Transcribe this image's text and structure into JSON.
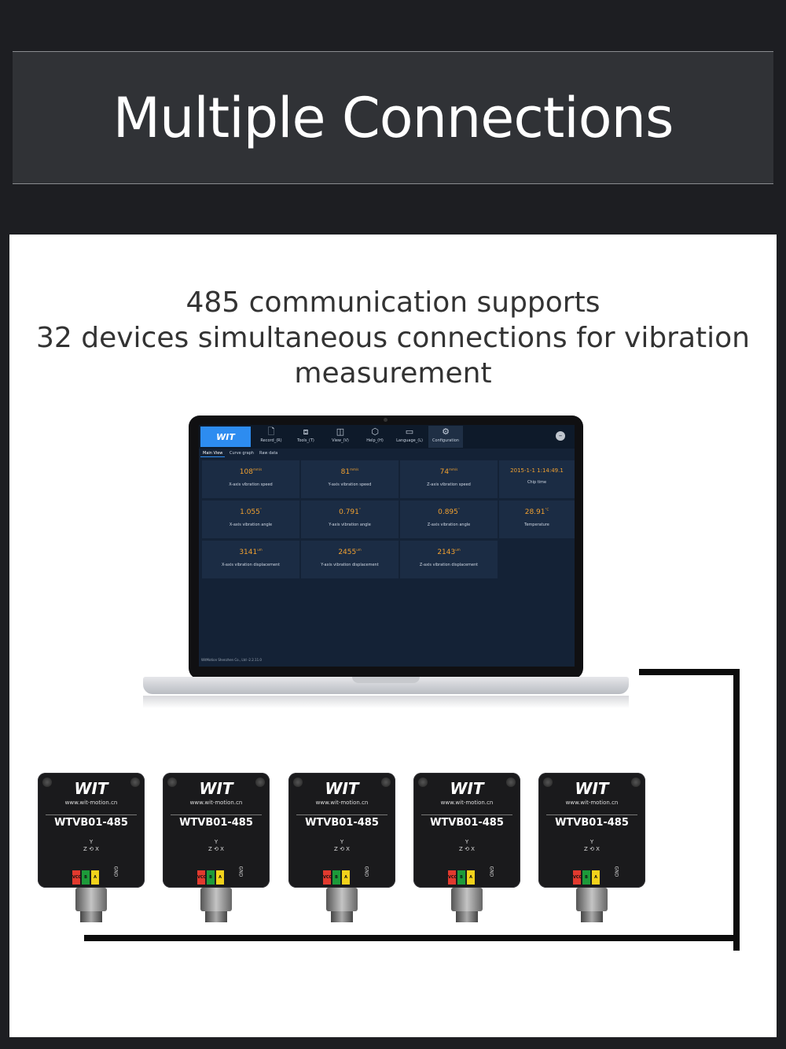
{
  "header": {
    "title": "Multiple Connections"
  },
  "subtitle": {
    "line1": "485 communication supports",
    "line2": "32 devices simultaneous connections for vibration",
    "line3": "measurement"
  },
  "software": {
    "logo": "WIT",
    "toolbar": [
      {
        "label": "Record_(R)",
        "icon": "file-icon"
      },
      {
        "label": "Tools_(T)",
        "icon": "toolbox-icon"
      },
      {
        "label": "View_(V)",
        "icon": "chart-icon"
      },
      {
        "label": "Help_(H)",
        "icon": "cube-icon"
      },
      {
        "label": "Language_(L)",
        "icon": "chat-icon"
      },
      {
        "label": "Configuration",
        "icon": "gear-icon"
      }
    ],
    "tabs": [
      "Main View",
      "Curve graph",
      "Raw data"
    ],
    "cards": [
      {
        "value": "108",
        "unit": "mm/s",
        "label": "X-axis vibration speed"
      },
      {
        "value": "81",
        "unit": "mm/s",
        "label": "Y-axis vibration speed"
      },
      {
        "value": "74",
        "unit": "mm/s",
        "label": "Z-axis vibration speed"
      },
      {
        "value": "2015-1-1 1:14:49.1",
        "unit": "",
        "label": "Chip time"
      },
      {
        "value": "1.055",
        "unit": "°",
        "label": "X-axis vibration angle"
      },
      {
        "value": "0.791",
        "unit": "°",
        "label": "Y-axis vibration angle"
      },
      {
        "value": "0.895",
        "unit": "°",
        "label": "Z-axis vibration angle"
      },
      {
        "value": "28.91",
        "unit": "°C",
        "label": "Temperature"
      },
      {
        "value": "3141",
        "unit": "um",
        "label": "X-axis vibration displacement"
      },
      {
        "value": "2455",
        "unit": "um",
        "label": "Y-axis vibration displacement"
      },
      {
        "value": "2143",
        "unit": "um",
        "label": "Z-axis vibration displacement"
      }
    ],
    "footer": "WitMotion Shenzhen Co., Ltd -2.2.11.0"
  },
  "sensor": {
    "logo": "WIT",
    "url": "www.wit-motion.cn",
    "model": "WTVB01-485",
    "axis_y": "Y",
    "axis_zx": "Z ⟲ X",
    "pins": [
      "VCC",
      "B",
      "A",
      "GND"
    ],
    "pin_colors": [
      "#e23a2e",
      "#1d9a3a",
      "#f2d21b",
      "#222222"
    ],
    "count": 5
  },
  "colors": {
    "background": "#1d1e22",
    "banner": "#303236",
    "panel": "#ffffff",
    "value_orange": "#f0a030",
    "accent_blue": "#2d8cf0"
  }
}
